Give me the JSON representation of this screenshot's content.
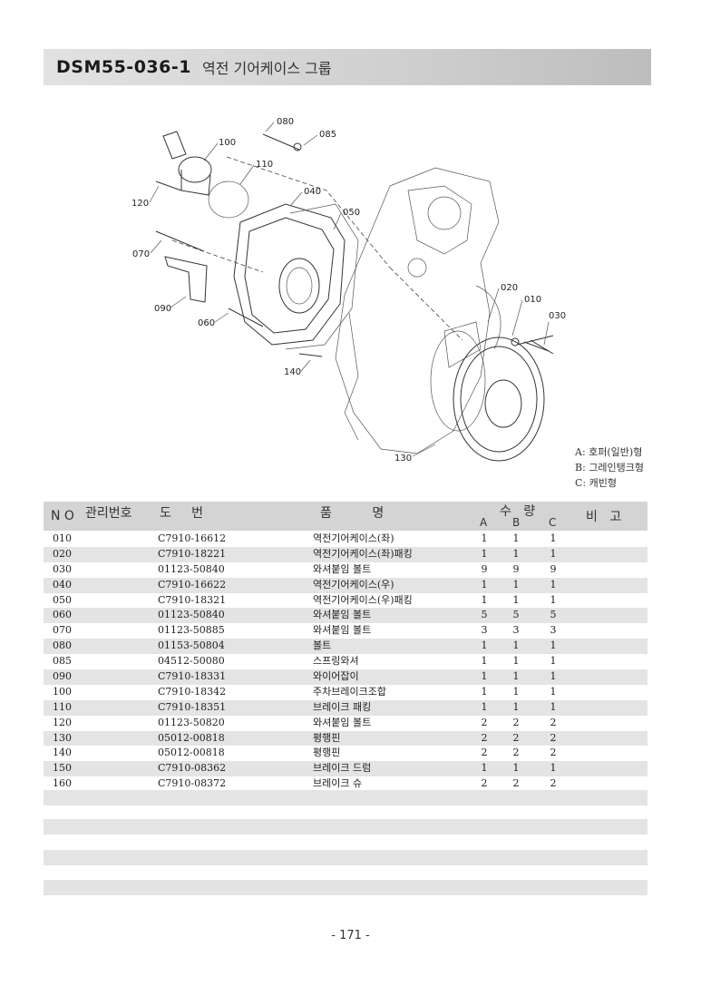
{
  "header": {
    "group_code": "DSM55-036-1",
    "group_name": "역전 기어케이스 그룹"
  },
  "callouts": [
    "080",
    "085",
    "100",
    "110",
    "120",
    "040",
    "050",
    "070",
    "090",
    "060",
    "020",
    "010",
    "030",
    "140",
    "130"
  ],
  "legend": [
    "A: 호퍼(일반)형",
    "B: 그레인탱크형",
    "C: 캐빈형"
  ],
  "table": {
    "headers": {
      "no": "N O",
      "mgmt_no": "관리번호",
      "drawing_no": "도     번",
      "name": "품          명",
      "qty": "수   량",
      "qty_a": "A",
      "qty_b": "B",
      "qty_c": "C",
      "remarks": "비   고"
    },
    "rows": [
      {
        "no": "010",
        "drawing": "C7910-16612",
        "name": "역전기어케이스(좌)",
        "a": "1",
        "b": "1",
        "c": "1"
      },
      {
        "no": "020",
        "drawing": "C7910-18221",
        "name": "역전기어케이스(좌)패킹",
        "a": "1",
        "b": "1",
        "c": "1"
      },
      {
        "no": "030",
        "drawing": "01123-50840",
        "name": "와셔붙임 볼트",
        "a": "9",
        "b": "9",
        "c": "9"
      },
      {
        "no": "040",
        "drawing": "C7910-16622",
        "name": "역전기어케이스(우)",
        "a": "1",
        "b": "1",
        "c": "1"
      },
      {
        "no": "050",
        "drawing": "C7910-18321",
        "name": "역전기어케이스(우)패킹",
        "a": "1",
        "b": "1",
        "c": "1"
      },
      {
        "no": "060",
        "drawing": "01123-50840",
        "name": "와셔붙임 볼트",
        "a": "5",
        "b": "5",
        "c": "5"
      },
      {
        "no": "070",
        "drawing": "01123-50885",
        "name": "와셔붙임 볼트",
        "a": "3",
        "b": "3",
        "c": "3"
      },
      {
        "no": "080",
        "drawing": "01153-50804",
        "name": "볼트",
        "a": "1",
        "b": "1",
        "c": "1"
      },
      {
        "no": "085",
        "drawing": "04512-50080",
        "name": "스프링와셔",
        "a": "1",
        "b": "1",
        "c": "1"
      },
      {
        "no": "090",
        "drawing": "C7910-18331",
        "name": "와이어잡이",
        "a": "1",
        "b": "1",
        "c": "1"
      },
      {
        "no": "100",
        "drawing": "C7910-18342",
        "name": "주차브레이크조합",
        "a": "1",
        "b": "1",
        "c": "1"
      },
      {
        "no": "110",
        "drawing": "C7910-18351",
        "name": "브레이크 패킹",
        "a": "1",
        "b": "1",
        "c": "1"
      },
      {
        "no": "120",
        "drawing": "01123-50820",
        "name": "와셔붙임 볼트",
        "a": "2",
        "b": "2",
        "c": "2"
      },
      {
        "no": "130",
        "drawing": "05012-00818",
        "name": "평행핀",
        "a": "2",
        "b": "2",
        "c": "2"
      },
      {
        "no": "140",
        "drawing": "05012-00818",
        "name": "평행핀",
        "a": "2",
        "b": "2",
        "c": "2"
      },
      {
        "no": "150",
        "drawing": "C7910-08362",
        "name": "브레이크 드럼",
        "a": "1",
        "b": "1",
        "c": "1"
      },
      {
        "no": "160",
        "drawing": "C7910-08372",
        "name": "브레이크 슈",
        "a": "2",
        "b": "2",
        "c": "2"
      }
    ]
  },
  "page_number": "- 171 -"
}
